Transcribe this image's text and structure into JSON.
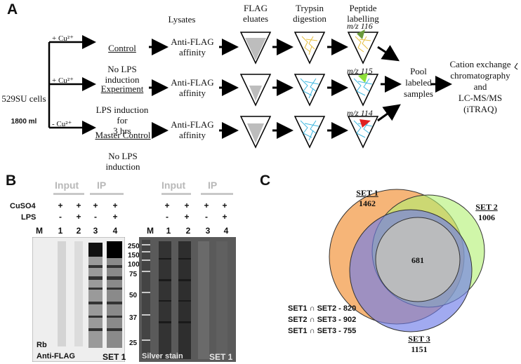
{
  "panel_a": {
    "letter": "A",
    "cells": {
      "name": "529SU cells",
      "volume": "1800 ml"
    },
    "headers": {
      "lysates": "Lysates",
      "eluates": "FLAG\neluates",
      "digestion": "Trypsin\ndigestion",
      "labelling": "Peptide\nlabelling"
    },
    "rows": [
      {
        "cu": "+ Cu²⁺",
        "title": "Control",
        "desc": "No LPS induction",
        "affinity": "Anti-FLAG\naffinity",
        "mz": "m/z 116",
        "tag_color": "#6a9a3a",
        "fibre_color": "#e8c040"
      },
      {
        "cu": "+ Cu²⁺",
        "title": "Experiment",
        "desc": "LPS induction for\n3 hrs",
        "affinity": "Anti-FLAG\naffinity",
        "mz": "m/z 115",
        "tag_color": "#8ee03a",
        "fibre_color": "#40b8e0"
      },
      {
        "cu": "- Cu²⁺",
        "title": "Master Control",
        "desc": "No LPS induction",
        "affinity": "Anti-FLAG\naffinity",
        "mz": "m/z 114",
        "tag_color": "#e02020",
        "fibre_color": "#40b8e0"
      }
    ],
    "pool": "Pool\nlabeled\nsamples",
    "final": "Cation exchange\nchromatography\nand\nLC-MS/MS\n(iTRAQ)"
  },
  "panel_b": {
    "letter": "B",
    "headings": {
      "input": "Input",
      "ip": "IP"
    },
    "row_labels": {
      "cuso4": "CuSO4",
      "lps": "LPS"
    },
    "lanes": [
      {
        "num": "1",
        "cuso4": "+",
        "lps": "-"
      },
      {
        "num": "2",
        "cuso4": "+",
        "lps": "+"
      },
      {
        "num": "3",
        "cuso4": "+",
        "lps": "-"
      },
      {
        "num": "4",
        "cuso4": "+",
        "lps": "+"
      }
    ],
    "marker_label": "M",
    "mw_markers": [
      "250",
      "150",
      "100",
      "75",
      "50",
      "37",
      "25"
    ],
    "western": {
      "caption_line1": "Rb",
      "caption_line2": "Anti-FLAG",
      "set": "SET 1"
    },
    "silver": {
      "caption": "Silver stain",
      "set": "SET 1"
    }
  },
  "panel_c": {
    "letter": "C",
    "sets": [
      {
        "name": "SET 1",
        "count": "1462",
        "color": "#f5a860"
      },
      {
        "name": "SET 2",
        "count": "1006",
        "color": "#b0f070"
      },
      {
        "name": "SET 3",
        "count": "1151",
        "color": "#6f7de8"
      }
    ],
    "center": "681",
    "intersections": [
      "SET1 ∩ SET2 - 820",
      "SET2 ∩ SET3 - 902",
      "SET1 ∩ SET3 - 755"
    ]
  }
}
